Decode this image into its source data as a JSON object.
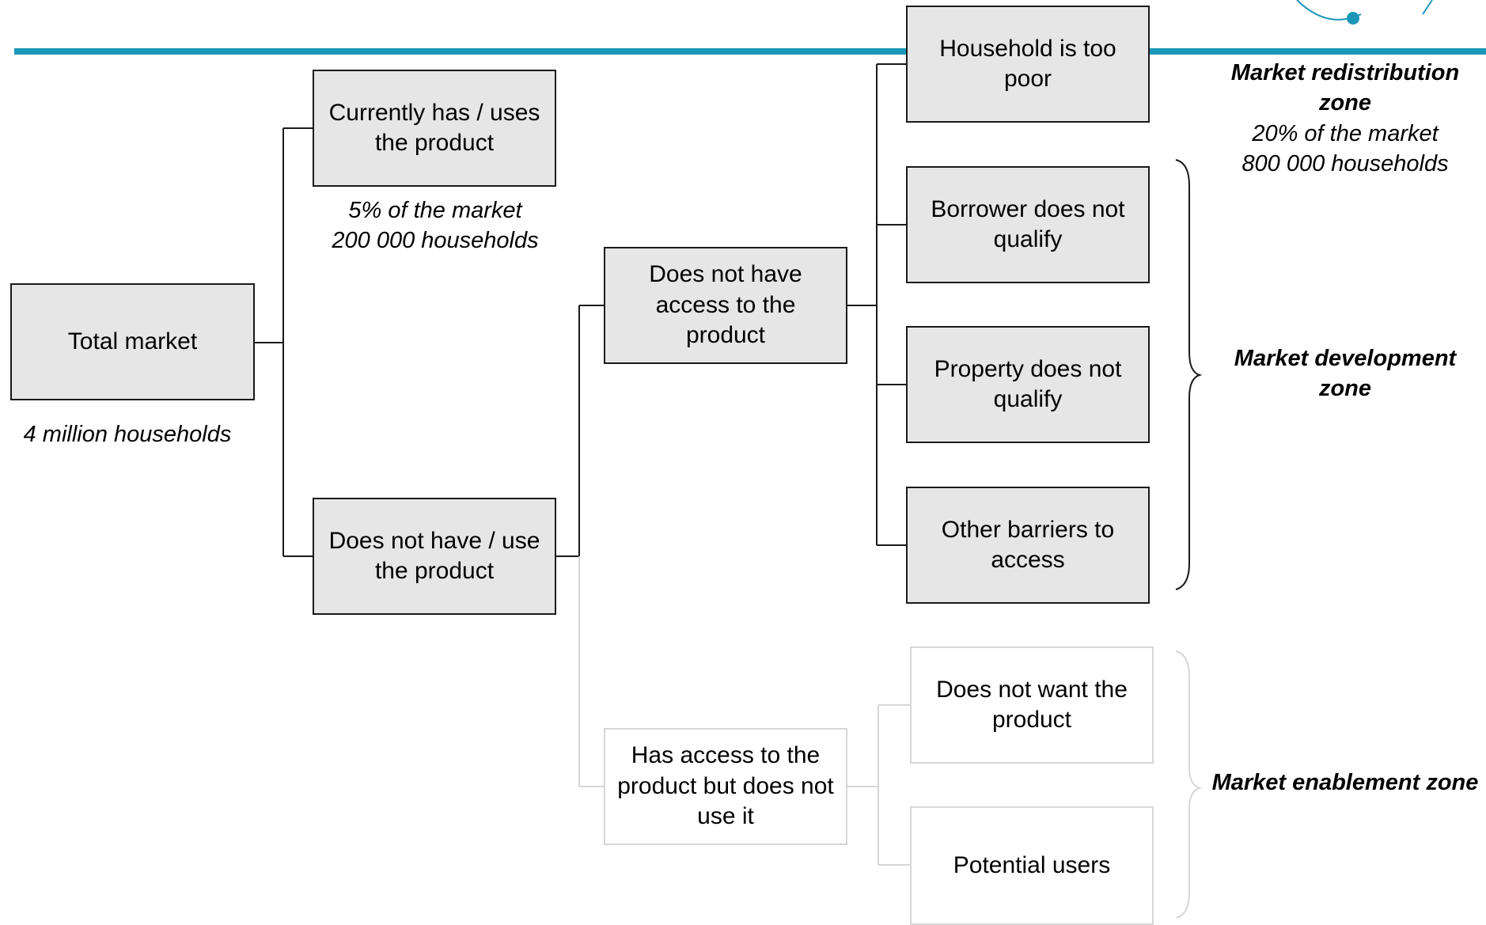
{
  "nodes": {
    "total_market": "Total market",
    "currently_has": "Currently has / uses the product",
    "does_not_have": "Does not have / use the product",
    "no_access": "Does not have access to the product",
    "has_access_not_use": "Has access to the product but does not use it",
    "too_poor": "Household is too poor",
    "borrower_not_qualify": "Borrower does not qualify",
    "property_not_qualify": "Property does not qualify",
    "other_barriers": "Other barriers to access",
    "does_not_want": "Does not want the product",
    "potential_users": "Potential users"
  },
  "notes": {
    "total_households": "4 million households",
    "current_share": "5% of the market",
    "current_households": "200 000 households"
  },
  "zones": {
    "redistribution": {
      "title": "Market redistribution zone",
      "share": "20% of the market",
      "households": "800 000 households"
    },
    "development": {
      "title": "Market development zone"
    },
    "enablement": {
      "title": "Market enablement zone"
    }
  },
  "colors": {
    "accent_bar": "#1b96b8",
    "box_fill": "#e6e6e6",
    "box_border": "#1a1a1a",
    "light_border": "#d6d6d6"
  }
}
